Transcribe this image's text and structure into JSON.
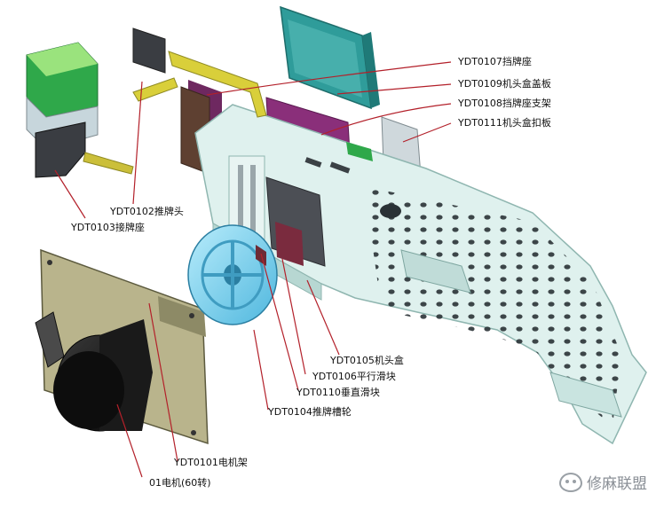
{
  "callouts": {
    "ydt0107": "YDT0107挡牌座",
    "ydt0109": "YDT0109机头盒盖板",
    "ydt0108": "YDT0108挡牌座支架",
    "ydt0111": "YDT0111机头盒扣板",
    "ydt0102": "YDT0102推牌头",
    "ydt0103": "YDT0103接牌座",
    "ydt0105": "YDT0105机头盒",
    "ydt0106": "YDT0106平行滑块",
    "ydt0110": "YDT0110垂直滑块",
    "ydt0104": "YDT0104推牌槽轮",
    "ydt0101": "YDT0101电机架",
    "motor": "01电机(60转)"
  },
  "watermark": {
    "text": "修麻联盟",
    "icon": "wechat-logo-icon"
  },
  "colors": {
    "leader": "#b3202a",
    "frame": "#dff1ee",
    "frame_edge": "#8fb6b0",
    "teal": "#2f9c9a",
    "magenta": "#8a2f7a",
    "green": "#2fa84a",
    "yellow": "#d9cf3a",
    "wheel": "#7fd3f0",
    "motor": "#1a1a1a",
    "plate": "#b9b48c"
  }
}
